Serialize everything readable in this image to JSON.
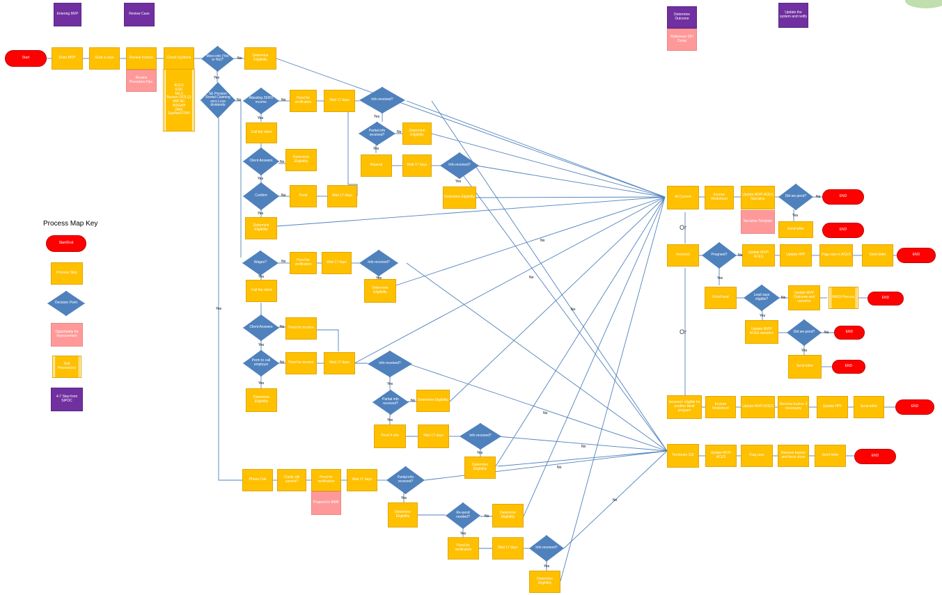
{
  "header_steps": [
    {
      "id": "h1",
      "text": "Entering MVP"
    },
    {
      "id": "h2",
      "text": "Review Case"
    },
    {
      "id": "h3",
      "text": "Determine Outcome"
    },
    {
      "id": "h4",
      "text": "Update the system and notify"
    }
  ],
  "header_note": "Reference SIH Comp",
  "terminators": {
    "start": "Start",
    "end": "END"
  },
  "main_flow": {
    "enter_mvp": "Enter MVP",
    "grab_case": "Grab a case",
    "review_income": "Review Income",
    "check_systems": "Check Systems",
    "review_procedure": "Review Procedure Doc.",
    "systems_list": [
      "ACES",
      "ESD",
      "TALX",
      "Banner (SOLQ)",
      "MIP-AC",
      "WSSAH",
      "DMS",
      "Equifax/UTAH"
    ],
    "more_info": "More info (Yes or No)?",
    "determine_eligibility": "Determine Eligibility",
    "sources": "SE Pension Rental Claiming zero Loss dividends"
  },
  "decisions": {
    "attesting_zero": "Attesting ZERO income",
    "info_received": "Info received?",
    "partial_info": "Partial info received?",
    "client_answers": "Client Answers",
    "confirm": "Confirm",
    "wages": "Wages?",
    "permission": "Perm to call employer",
    "repend_needed": "Re-pend needed?",
    "did_we_pend": "Did we pend?",
    "pregnant": "Pregnant?",
    "lead_says": "Lead says eligible?"
  },
  "steps": {
    "pend_verification": "Pend for verification",
    "wait_17": "Wait 17 days",
    "call_client": "Call the client",
    "repend": "Repend",
    "pend": "Pend",
    "pend_income": "Pend for income",
    "pend_info": "Pend 4 info",
    "phone_call": "Phone Call",
    "clarify": "Clarify still current?",
    "prepend_mmp": "Prepend in MMP"
  },
  "outcomes": {
    "all_current": "All Current",
    "income_worksheet": "Income Worksheet",
    "update_mvp_aces_narrative": "Update MVP/ ACES Narrative",
    "narrative_template": "Narrative Template",
    "send_letter": "Send letter",
    "incorrect": "Incorrect",
    "update_mvp_aces": "Update MVP/ ACES",
    "update_hpf": "Update HPF",
    "flag_case_aces": "Flag case in ACES",
    "email_lead": "Email lead",
    "update_mvp_outcome": "Update MVP Outcome and narrative",
    "magi_process": "MAGI Process",
    "update_mvp_aces_narr2": "Update MVP/ ACES narrative",
    "income_eligible": "Incorrect- eligible for another Medi program",
    "remove_tracker": "Remove tracker if necessary",
    "terminate": "Terminate SSI",
    "flag_case": "Flag case",
    "remove_tracker_close": "Remove tracker and force close"
  },
  "edge_labels": {
    "yes": "Yes",
    "no": "No",
    "or": "Or"
  },
  "key": {
    "title": "Process Map Key",
    "items": [
      "Start/End",
      "Process Step",
      "Decision Point",
      "Opportunity for Improvement",
      "Sub Process(es)",
      "4-7 Step from SIPOC"
    ]
  },
  "colors": {
    "process": "#ffc000",
    "decision": "#4f81bd",
    "terminator": "#ff0000",
    "opportunity": "#ff9999",
    "sipoc": "#7030a0",
    "line": "#4f81bd"
  }
}
